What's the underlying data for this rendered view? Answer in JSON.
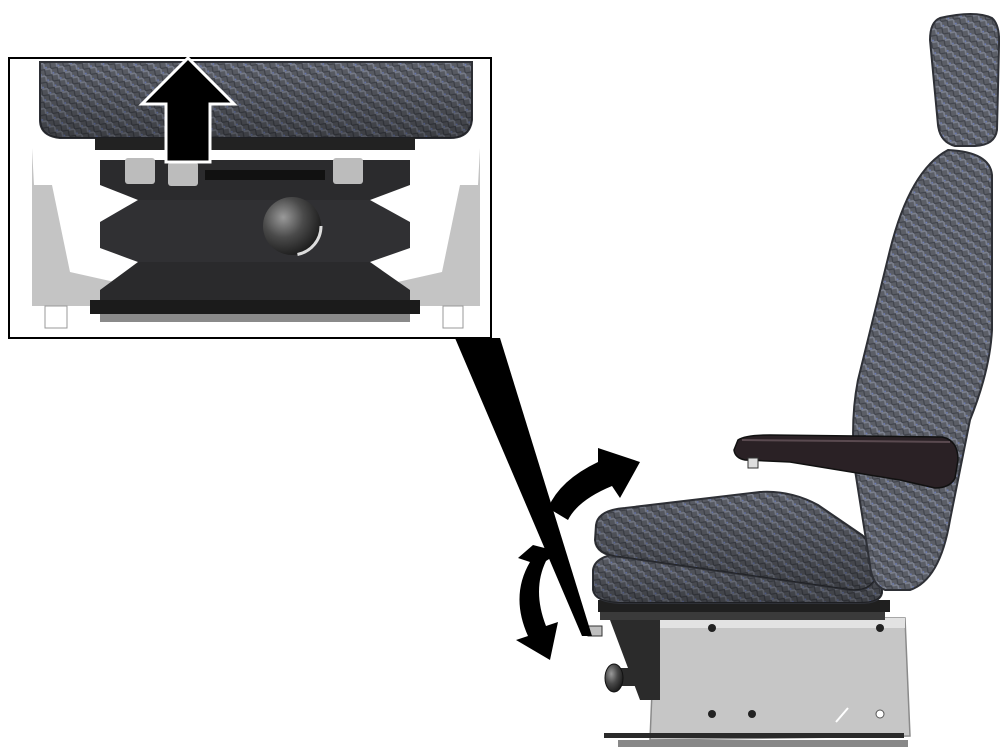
{
  "figure": {
    "subject": "seat-height-and-tilt-adjustment",
    "inset": {
      "shows": "suspension-bellows-detail",
      "arrow_direction": "up"
    },
    "main_view": {
      "shows": "operator-seat-side-view",
      "arrows": [
        "seat-tilt-rotation",
        "seat-height-up-down"
      ]
    },
    "colors": {
      "fabric": "#5b5e66",
      "fabric_dark": "#3c3f45",
      "armrest": "#2a2125",
      "base_plate": "#c9c9c9",
      "bellows": "#2b2b2d",
      "arrow": "#000000"
    }
  }
}
